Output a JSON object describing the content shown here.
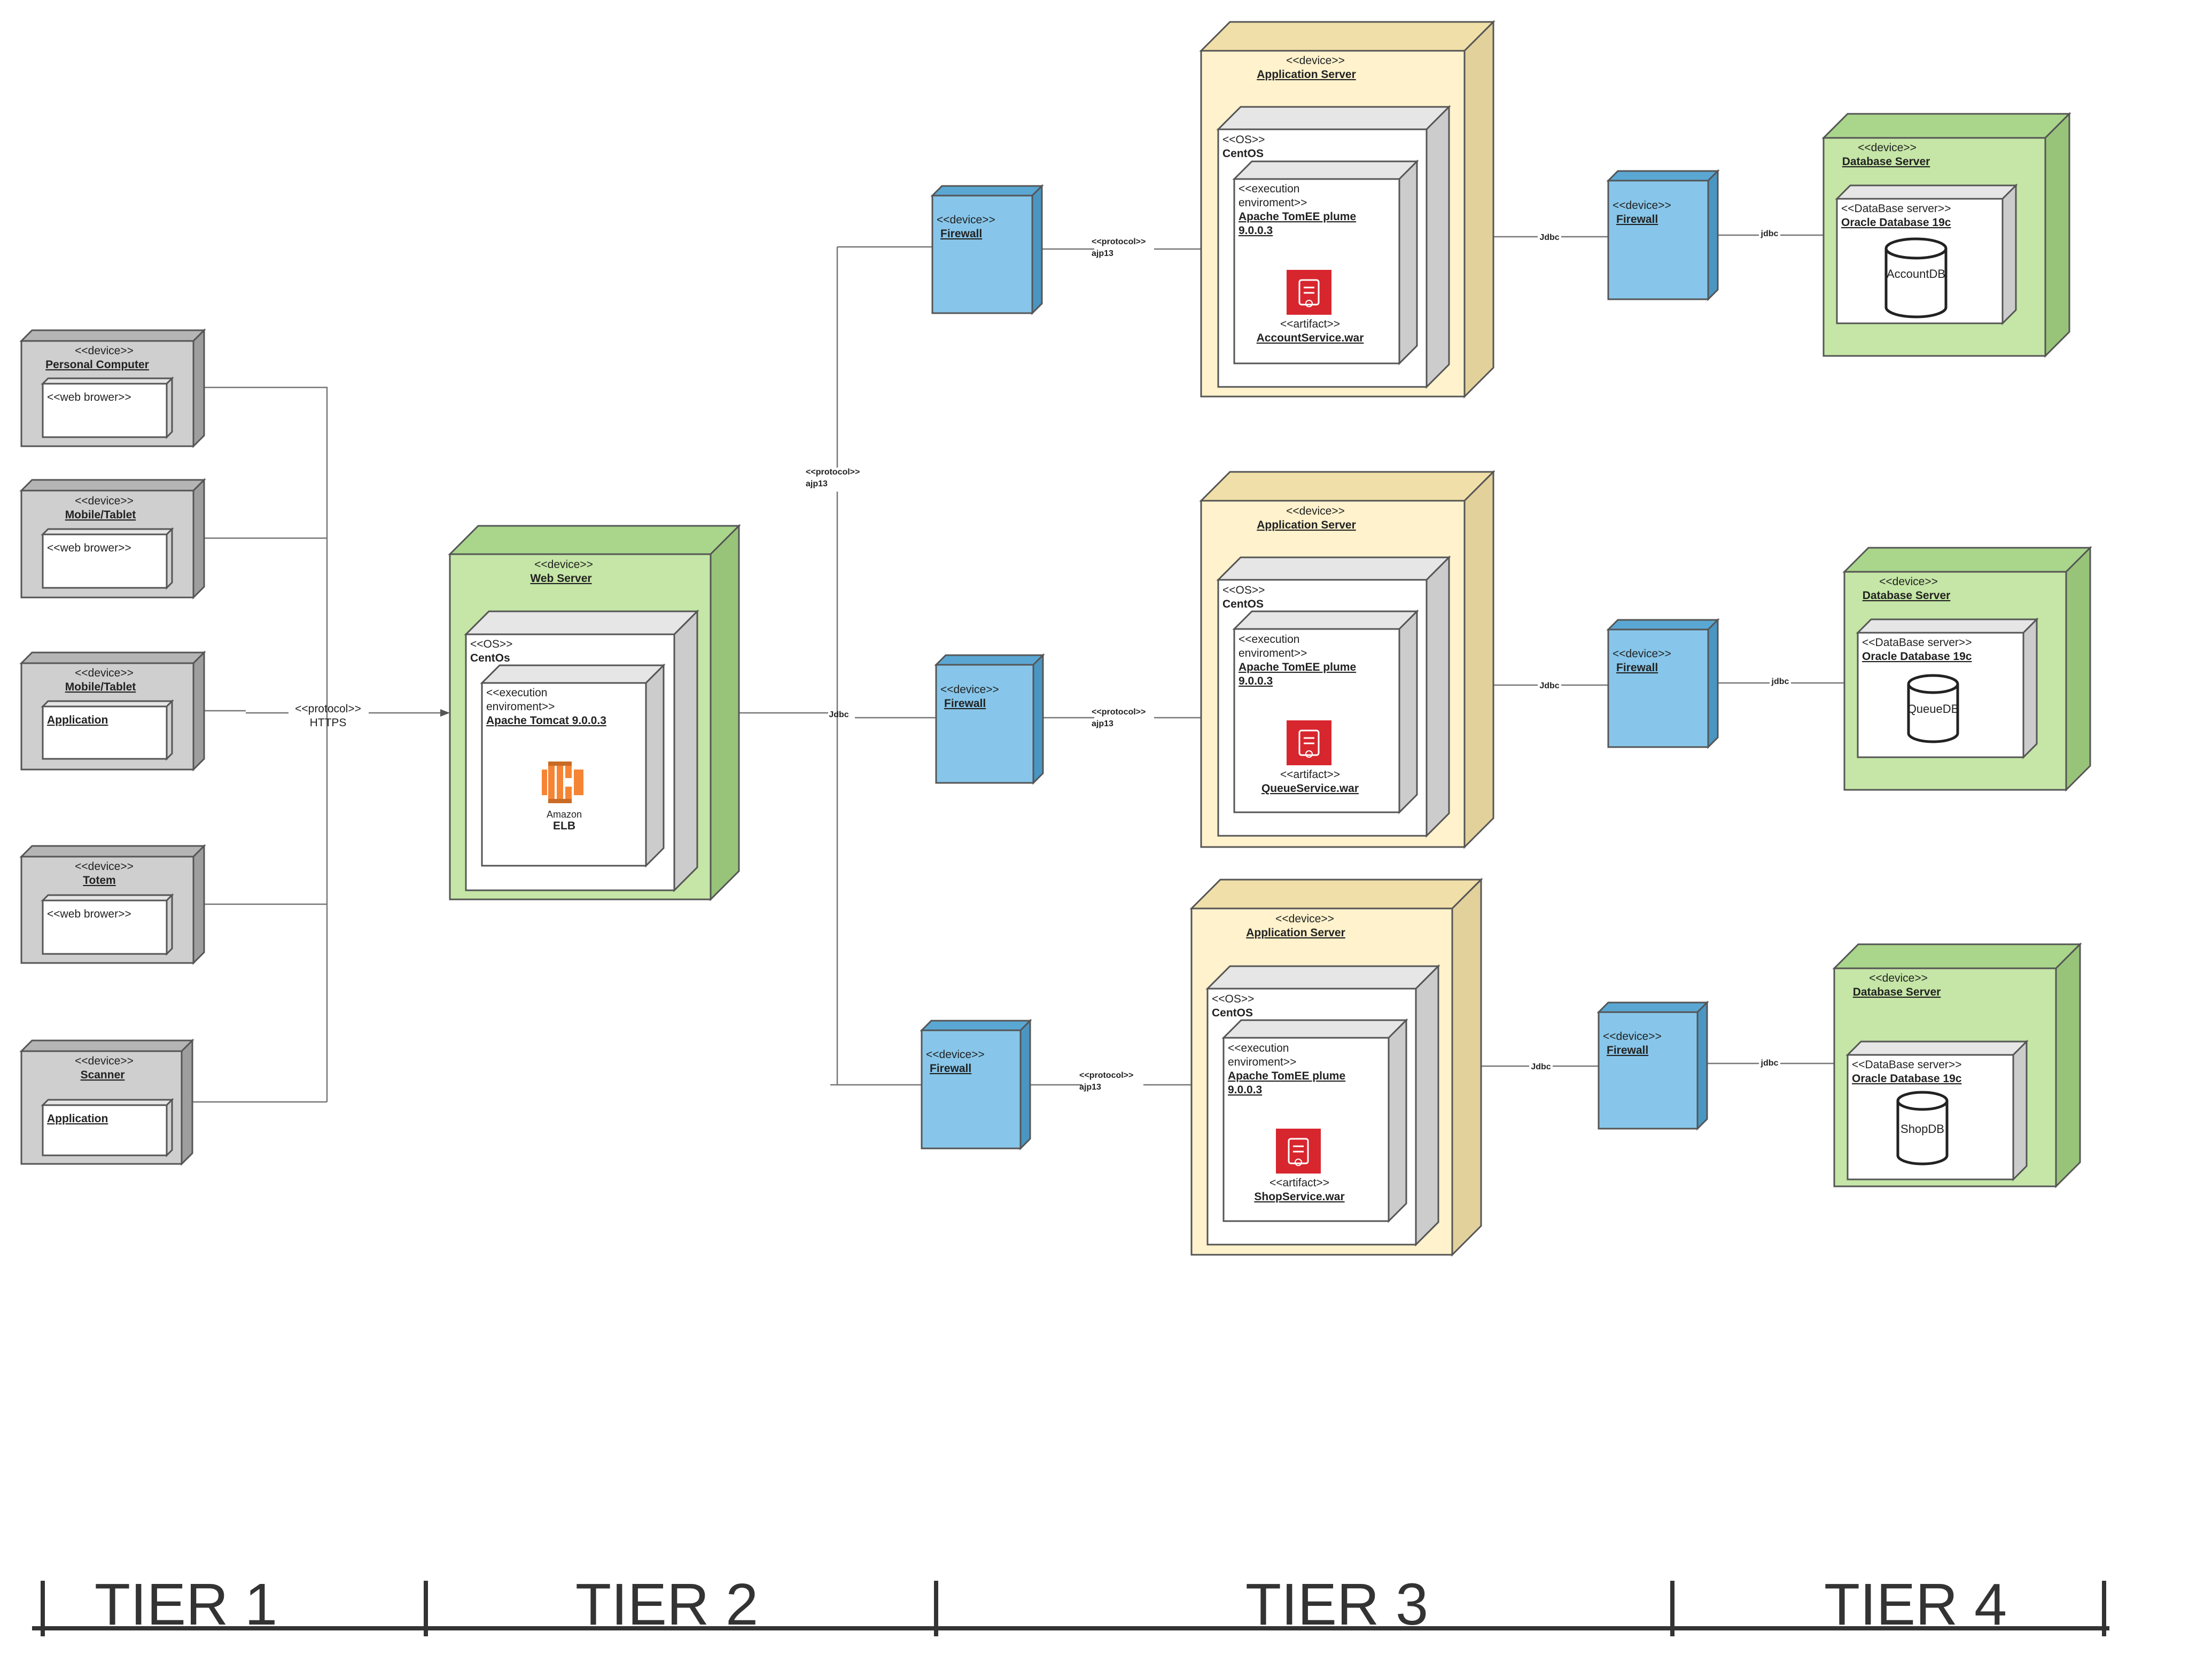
{
  "colors": {
    "device_gray": "#cfcfcf",
    "web_server_green": "#c5e6a6",
    "app_server_yellow": "#fff2cc",
    "firewall_blue": "#87c6ea",
    "db_server_green": "#c5e6a6",
    "artifact_red": "#d8262e",
    "elb_orange": "#f58534"
  },
  "client_devices": [
    {
      "stereotype": "<<device>>",
      "name": "Personal Computer",
      "inner": "<<web brower>>"
    },
    {
      "stereotype": "<<device>>",
      "name": "Mobile/Tablet",
      "inner": "<<web brower>>"
    },
    {
      "stereotype": "<<device>>",
      "name": "Mobile/Tablet ",
      "inner": "Application"
    },
    {
      "stereotype": "<<device>>",
      "name": "Totem",
      "inner": "<<web brower>>"
    },
    {
      "stereotype": "<<device>>",
      "name": "Scanner",
      "inner": "Application"
    }
  ],
  "https_label": {
    "stereotype": "<<protocol>>",
    "protocol": "HTTPS"
  },
  "web_server": {
    "stereotype": "<<device>>",
    "name": " Web Server",
    "os_stereotype": "<<OS>>",
    "os_name": "CentOs",
    "exec_stereotype_1": "<<execution",
    "exec_stereotype_2": "enviroment>>",
    "exec_name": "Apache Tomcat 9.0.0.3",
    "logo_brand": "Amazon",
    "logo_name": "ELB"
  },
  "jdbc_web_label": "Jdbc",
  "ajp_trunk_label": {
    "stereotype": "<<protocol>>",
    "protocol": "ajp13"
  },
  "rows": [
    {
      "firewall": {
        "stereotype": "<<device>>",
        "name": " Firewall"
      },
      "protocol": {
        "stereotype": "<<protocol>>",
        "value": "ajp13"
      },
      "app_server": {
        "stereotype": "<<device>>",
        "name": " Application Server",
        "os_stereotype": "<<OS>>",
        "os_name": "CentOS",
        "exec_1": "<<execution",
        "exec_2": "enviroment>>",
        "exec_name_1": "Apache TomEE plume",
        "exec_name_2": "9.0.0.3",
        "artifact_stereotype": "<<artifact>>",
        "artifact_name": "AccountService.war"
      },
      "jdbc_left": "Jdbc",
      "firewall2": {
        "stereotype": "<<device>>",
        "name": " Firewall"
      },
      "jdbc_right": "jdbc",
      "db_server": {
        "stereotype": "<<device>>",
        "name": " Database Server",
        "inner_stereotype": "<<DataBase server>>",
        "inner_name": "Oracle Database 19c",
        "db_label": "AccountDB"
      }
    },
    {
      "firewall": {
        "stereotype": "<<device>>",
        "name": " Firewall"
      },
      "protocol": {
        "stereotype": "<<protocol>>",
        "value": "ajp13"
      },
      "app_server": {
        "stereotype": "<<device>>",
        "name": " Application Server",
        "os_stereotype": "<<OS>>",
        "os_name": "CentOS",
        "exec_1": "<<execution",
        "exec_2": "enviroment>>",
        "exec_name_1": "Apache TomEE plume",
        "exec_name_2": "9.0.0.3",
        "artifact_stereotype": "<<artifact>>",
        "artifact_name": "QueueService.war"
      },
      "jdbc_left": "Jdbc",
      "firewall2": {
        "stereotype": "<<device>>",
        "name": "Firewall"
      },
      "jdbc_right": "jdbc",
      "db_server": {
        "stereotype": "<<device>>",
        "name": " Database Server",
        "inner_stereotype": "<<DataBase server>>",
        "inner_name": "Oracle Database 19c",
        "db_label": "QueueDB"
      }
    },
    {
      "firewall": {
        "stereotype": "<<device>>",
        "name": " Firewall"
      },
      "protocol": {
        "stereotype": "<<protocol>>",
        "value": "ajp13"
      },
      "app_server": {
        "stereotype": "<<device>>",
        "name": " Application Server",
        "os_stereotype": "<<OS>>",
        "os_name": "CentOS",
        "exec_1": "<<execution",
        "exec_2": "enviroment>>",
        "exec_name_1": "Apache TomEE plume",
        "exec_name_2": "9.0.0.3",
        "artifact_stereotype": "<<artifact>>",
        "artifact_name": "ShopService.war"
      },
      "jdbc_left": "Jdbc",
      "firewall2": {
        "stereotype": "<<device>>",
        "name": " Firewall"
      },
      "jdbc_right": "jdbc",
      "db_server": {
        "stereotype": "<<device>>",
        "name": " Database Server",
        "inner_stereotype": "<<DataBase server>>",
        "inner_name": "Oracle Database 19c",
        "db_label": "ShopDB"
      }
    }
  ],
  "tiers": [
    "TIER 1",
    "TIER 2",
    "TIER 3",
    "TIER 4"
  ]
}
